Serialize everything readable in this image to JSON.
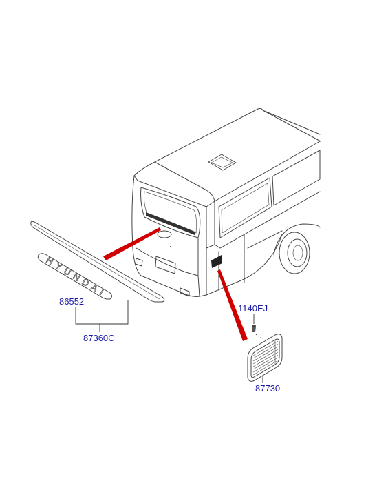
{
  "parts": [
    {
      "id": "86552",
      "label": "86552",
      "description_visible": false
    },
    {
      "id": "87360c",
      "label": "87360C"
    },
    {
      "id": "1140ej",
      "label": "1140EJ"
    },
    {
      "id": "87730",
      "label": "87730"
    }
  ],
  "emblem_text": "HYUNDAI",
  "colors": {
    "label": "#1a1aa8",
    "pointer": "#d00000",
    "line": "#444444"
  }
}
